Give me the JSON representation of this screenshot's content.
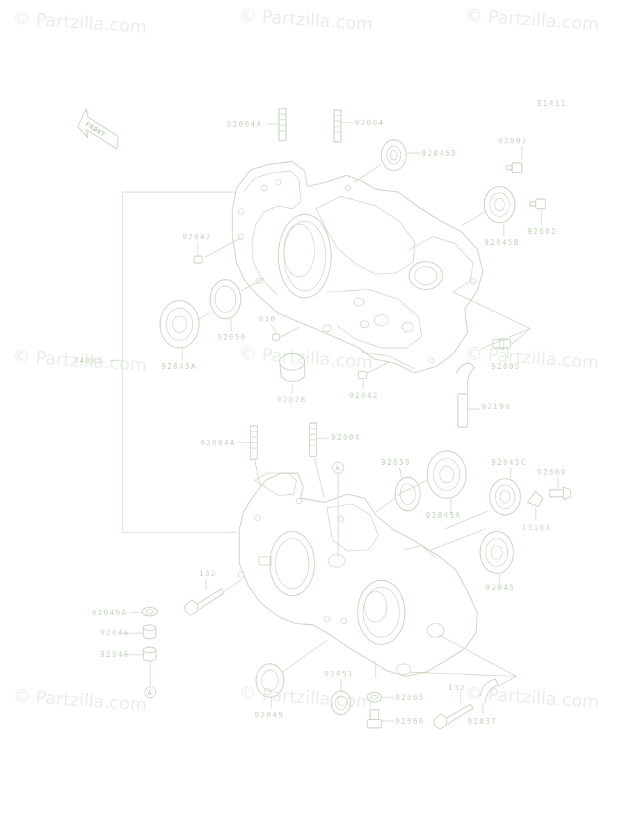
{
  "diagram_code": "E1411",
  "front_label": "FRONT",
  "watermark": "© Partzilla.com",
  "callouts": {
    "p92004A_top": "92004A",
    "p92004_top": "92004",
    "p92045D": "92045D",
    "p92002_a": "92002",
    "p92002_b": "92002",
    "p92045B": "92045B",
    "p92042_left": "92042",
    "p92050_top": "92050",
    "p610": "610",
    "p92045A_top": "92045A",
    "p14001": "14001",
    "p92028": "92028",
    "p92042_bottom": "92042",
    "p92005": "92005",
    "p92190": "92190",
    "p92004A_bot": "92004A",
    "p92004_bot": "92004",
    "ref_A_top": "A",
    "p92050_bot": "92050",
    "p92045A_bot": "92045A",
    "p92045C": "92045C",
    "p92009": "92009",
    "p13183": "13183",
    "p92045": "92045",
    "p132_left": "132",
    "p92049A": "92049A",
    "p92046_a": "92046",
    "p92046_b": "92046",
    "ref_A_bot": "A",
    "p92049": "92049",
    "p92051": "92051",
    "p92065": "92065",
    "p92066": "92066",
    "p132_right": "132",
    "p92037": "92037"
  }
}
